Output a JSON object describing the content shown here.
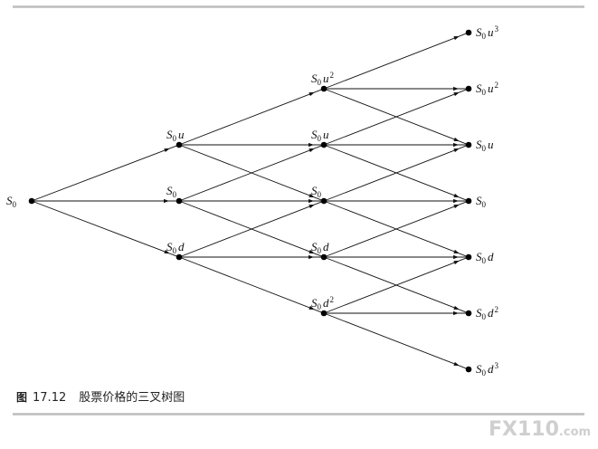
{
  "diagram": {
    "nodes": [
      {
        "id": "n0",
        "step": 0,
        "level": 0,
        "label": {
          "base": "S",
          "sub": "0",
          "var": "",
          "sup": ""
        }
      },
      {
        "id": "n1u",
        "step": 1,
        "level": 1,
        "label": {
          "base": "S",
          "sub": "0",
          "var": "u",
          "sup": ""
        }
      },
      {
        "id": "n1m",
        "step": 1,
        "level": 0,
        "label": {
          "base": "S",
          "sub": "0",
          "var": "",
          "sup": ""
        }
      },
      {
        "id": "n1d",
        "step": 1,
        "level": -1,
        "label": {
          "base": "S",
          "sub": "0",
          "var": "d",
          "sup": ""
        }
      },
      {
        "id": "n2uu",
        "step": 2,
        "level": 2,
        "label": {
          "base": "S",
          "sub": "0",
          "var": "u",
          "sup": "2"
        }
      },
      {
        "id": "n2u",
        "step": 2,
        "level": 1,
        "label": {
          "base": "S",
          "sub": "0",
          "var": "u",
          "sup": ""
        }
      },
      {
        "id": "n2m",
        "step": 2,
        "level": 0,
        "label": {
          "base": "S",
          "sub": "0",
          "var": "",
          "sup": ""
        }
      },
      {
        "id": "n2d",
        "step": 2,
        "level": -1,
        "label": {
          "base": "S",
          "sub": "0",
          "var": "d",
          "sup": ""
        }
      },
      {
        "id": "n2dd",
        "step": 2,
        "level": -2,
        "label": {
          "base": "S",
          "sub": "0",
          "var": "d",
          "sup": "2"
        }
      },
      {
        "id": "n3u3",
        "step": 3,
        "level": 3,
        "label": {
          "base": "S",
          "sub": "0",
          "var": "u",
          "sup": "3"
        }
      },
      {
        "id": "n3u2",
        "step": 3,
        "level": 2,
        "label": {
          "base": "S",
          "sub": "0",
          "var": "u",
          "sup": "2"
        }
      },
      {
        "id": "n3u",
        "step": 3,
        "level": 1,
        "label": {
          "base": "S",
          "sub": "0",
          "var": "u",
          "sup": ""
        }
      },
      {
        "id": "n3m",
        "step": 3,
        "level": 0,
        "label": {
          "base": "S",
          "sub": "0",
          "var": "",
          "sup": ""
        }
      },
      {
        "id": "n3d",
        "step": 3,
        "level": -1,
        "label": {
          "base": "S",
          "sub": "0",
          "var": "d",
          "sup": ""
        }
      },
      {
        "id": "n3d2",
        "step": 3,
        "level": -2,
        "label": {
          "base": "S",
          "sub": "0",
          "var": "d",
          "sup": "2"
        }
      },
      {
        "id": "n3d3",
        "step": 3,
        "level": -3,
        "label": {
          "base": "S",
          "sub": "0",
          "var": "d",
          "sup": "3"
        }
      }
    ],
    "edge_rule": "each node at step k, level j connects to step k+1 levels j+1, j, j-1"
  },
  "caption": {
    "figure_mark": "图",
    "number": "17.12",
    "text": "股票价格的三叉树图"
  },
  "watermark": {
    "brand": "FX110",
    "suffix": ".com"
  },
  "colors": {
    "line": "#111111",
    "node": "#000000",
    "rule": "#c4c4c4",
    "watermark": "#cfcfcf"
  }
}
